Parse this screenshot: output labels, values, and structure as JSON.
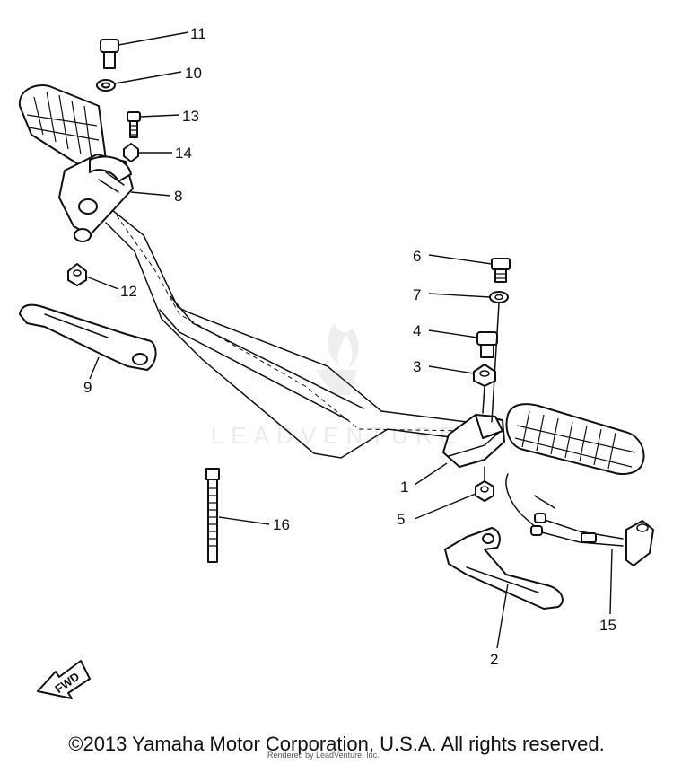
{
  "diagram": {
    "callouts": [
      "1",
      "2",
      "3",
      "4",
      "5",
      "6",
      "7",
      "8",
      "9",
      "10",
      "11",
      "12",
      "13",
      "14",
      "15",
      "16"
    ],
    "fwd_label": "FWD",
    "watermark_text": "LEADVENTURE"
  },
  "footer": {
    "copyright": "©2013 Yamaha Motor Corporation, U.S.A. All rights reserved.",
    "rendered_by": "Rendered by LeadVenture, Inc."
  }
}
